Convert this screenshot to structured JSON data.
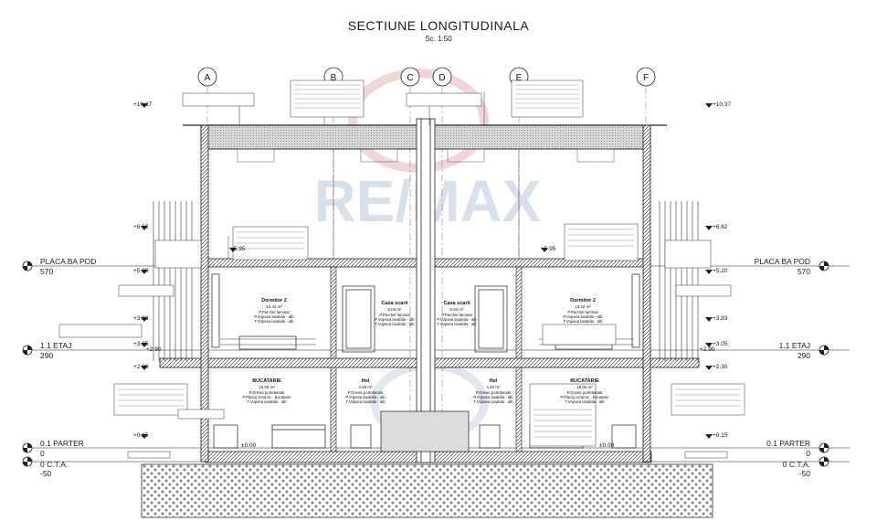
{
  "title": "SECTIUNE LONGITUDINALA",
  "scale": "Sc. 1:50",
  "axes": [
    "A",
    "B",
    "C",
    "D",
    "E",
    "F"
  ],
  "levels_left": [
    {
      "name": "PLACA BA POD",
      "elev": "570"
    },
    {
      "name": "1.1 ETAJ",
      "elev": "290"
    },
    {
      "name": "0.1 PARTER",
      "elev": "0"
    },
    {
      "name": "0 C.T.A.",
      "elev": "-50"
    }
  ],
  "levels_right": [
    {
      "name": "PLACA BA POD",
      "elev": "570"
    },
    {
      "name": "1.1 ETAJ",
      "elev": "290"
    },
    {
      "name": "0.1 PARTER",
      "elev": "0"
    },
    {
      "name": "0 C.T.A.",
      "elev": "-50"
    }
  ],
  "elevation_marks": [
    "+10.37",
    "+6.62",
    "+5.95",
    "+5.20",
    "+3.83",
    "+3.05",
    "+2.90",
    "+2.30",
    "+0.15",
    "±0.00",
    "±0.00"
  ],
  "rooms": {
    "dormitor_left": {
      "name": "Dormitor 2",
      "area": "13.42 m²",
      "lines": [
        "P.Parchet laminat",
        "P.Vopsea lavabila - alb",
        "T.Vopsea lavabila - alb"
      ]
    },
    "casa_scarii_left": {
      "name": "Casa scarii",
      "area": "5.03 m²",
      "lines": [
        "P.Parchet laminat",
        "P.Vopsea lavabila - alb",
        "T.Vopsea lavabila - alb"
      ]
    },
    "casa_scarii_right": {
      "name": "Casa scarii",
      "area": "5.03 m²",
      "lines": [
        "P.Parchet laminat",
        "P.Vopsea lavabila - alb",
        "T.Vopsea lavabila - alb"
      ]
    },
    "dormitor_right": {
      "name": "Dormitor 2",
      "area": "13.42 m²",
      "lines": [
        "P.Parchet laminat",
        "P.Vopsea lavabila - alb",
        "T.Vopsea lavabila - alb"
      ]
    },
    "bucatarie_left": {
      "name": "BUCATARIE",
      "area": "18.05 m²",
      "lines": [
        "P.Gresie portelanata",
        "P.Placaj ceramic - bucatarie",
        "T.Vopsea lavabila - alb"
      ]
    },
    "hol_left": {
      "name": "Hol",
      "area": "4.40 m²",
      "lines": [
        "P.Gresie portelanata",
        "P.Vopsea lavabila - alb",
        "T.Vopsea lavabila - alb"
      ]
    },
    "hol_right": {
      "name": "Hol",
      "area": "4.40 m²",
      "lines": [
        "P.Gresie portelanata",
        "P.Vopsea lavabila - alb",
        "T.Vopsea lavabila - alb"
      ]
    },
    "bucatarie_right": {
      "name": "BUCATARIE",
      "area": "18.05 m²",
      "lines": [
        "P.Gresie portelanata",
        "P.Placaj ceramic - bucatarie",
        "T.Vopsea lavabila - alb"
      ]
    }
  },
  "watermark": "RE/MAX",
  "colors": {
    "line": "#1a1a1a",
    "hatch": "#6b6b6b",
    "watermark_red": "#d9a9a9",
    "watermark_blue": "#b9c7dc"
  }
}
